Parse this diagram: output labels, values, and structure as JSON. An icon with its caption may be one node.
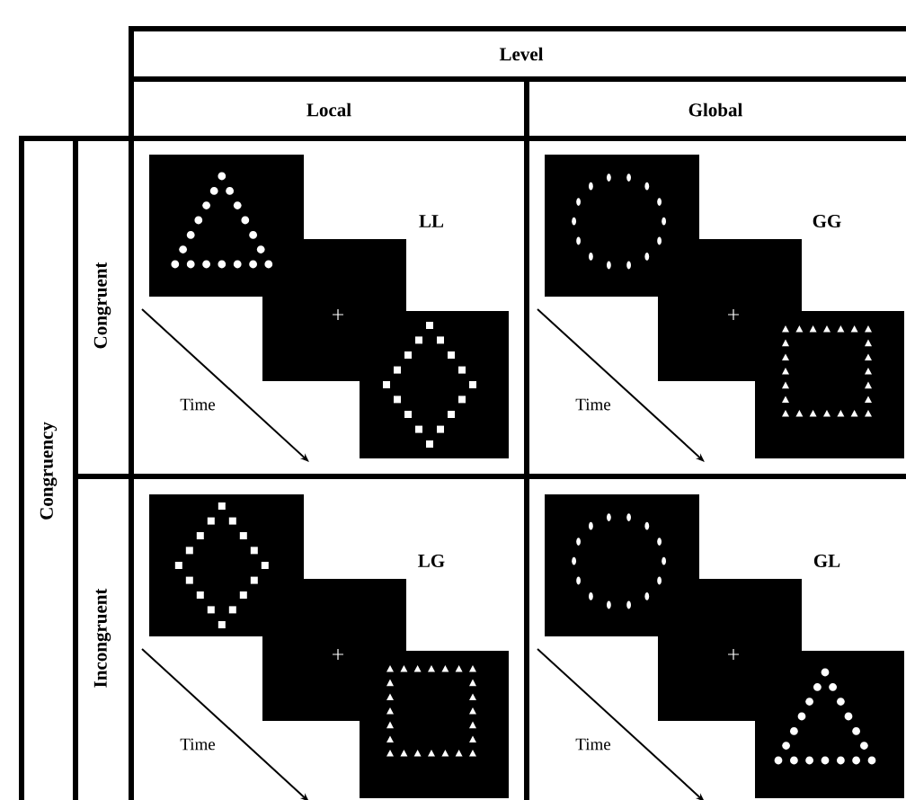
{
  "diagram": {
    "labels": [
      "Level",
      "Local",
      "Global",
      "Congruency",
      "Congruent",
      "LL",
      "Time",
      "GG",
      "Time",
      "Incongruent",
      "LG",
      "Time",
      "GL",
      "Time"
    ]
  }
}
